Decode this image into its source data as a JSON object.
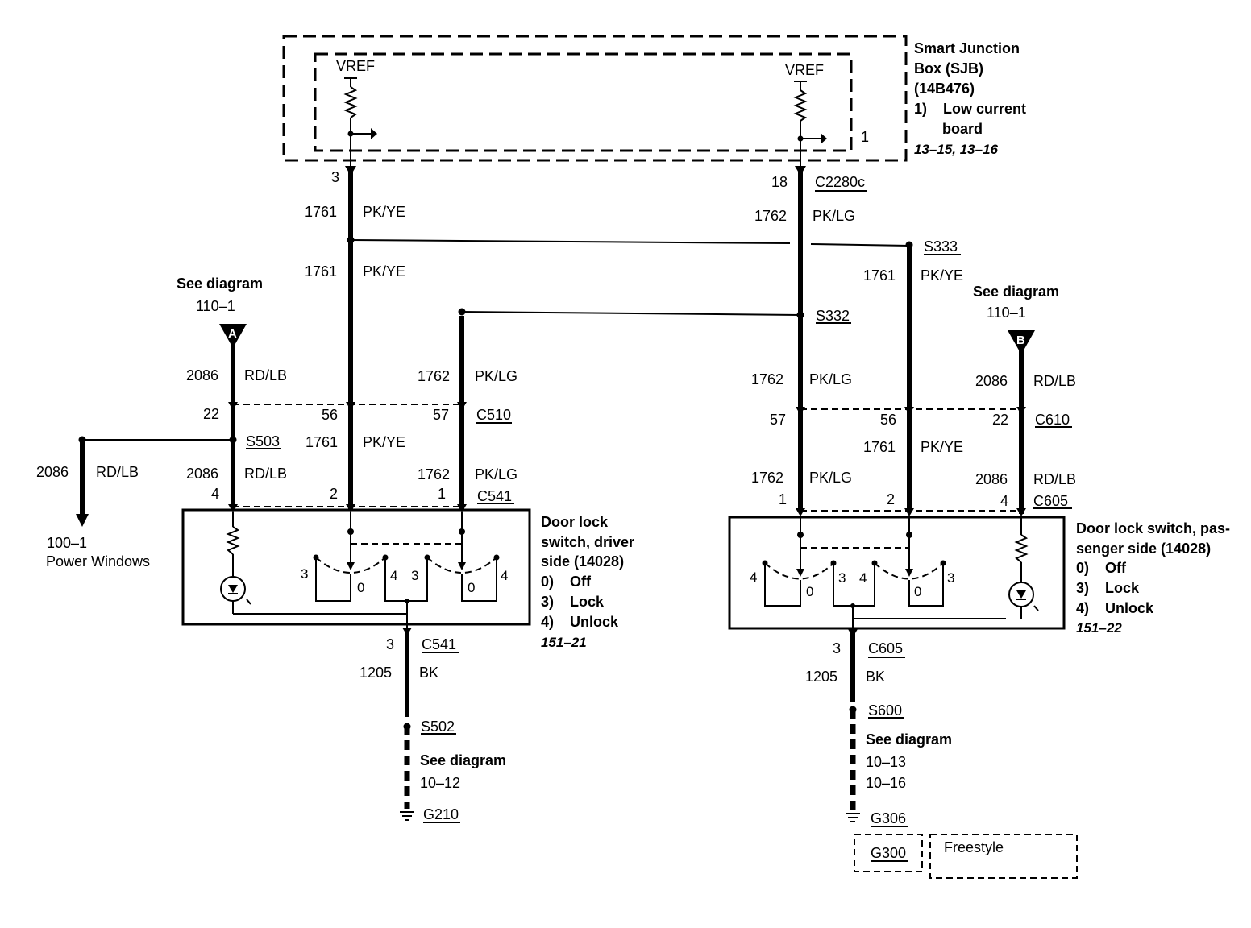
{
  "sjb": {
    "vref_left": "VREF",
    "vref_right": "VREF",
    "pin_1": "1",
    "label_lines": [
      "Smart Junction",
      "Box (SJB)",
      "(14B476)",
      "1)    Low current",
      "       board"
    ],
    "page_ref": "13–15, 13–16"
  },
  "left_column": {
    "sjb_pin": "3",
    "circuit_1761": "1761",
    "color_pkye": "PK/YE",
    "circuit_1761_b": "1761",
    "color_pkye_b": "PK/YE"
  },
  "right_column": {
    "sjb_pin": "18",
    "connector": "C2280c",
    "circuit_1762": "1762",
    "color_pklg": "PK/LG"
  },
  "splices": {
    "s333": "S333",
    "s332": "S332",
    "s503": "S503",
    "s502": "S502",
    "s600": "S600"
  },
  "s333_branch": {
    "circuit": "1761",
    "color": "PK/YE"
  },
  "see_diagram_a": {
    "text": "See diagram",
    "ref": "110–1",
    "letter": "A"
  },
  "see_diagram_b": {
    "text": "See diagram",
    "ref": "110–1",
    "letter": "B"
  },
  "driver_harness": {
    "a_circuit": "2086",
    "a_color": "RD/LB",
    "mid_circuit": "1762",
    "mid_color": "PK/LG",
    "pin22": "22",
    "pin56": "56",
    "pin57": "57",
    "conn_c510": "C510",
    "pk_circuit": "1761",
    "pk_color": "PK/YE",
    "lower_2086": "2086",
    "lower_rdlb": "RD/LB",
    "lower_1762": "1762",
    "lower_pklg": "PK/LG",
    "pin4": "4",
    "pin2": "2",
    "pin1": "1",
    "conn_c541": "C541"
  },
  "power_windows": {
    "circuit": "2086",
    "color": "RD/LB",
    "ref": "100–1",
    "name": "Power Windows"
  },
  "driver_switch": {
    "title_lines": [
      "Door lock",
      "switch, driver",
      "side (14028)"
    ],
    "modes": [
      "0)    Off",
      "3)    Lock",
      "4)    Unlock"
    ],
    "page_ref": "151–21",
    "pos_3a": "3",
    "pos_0a": "0",
    "pos_4a": "4",
    "pos_3b": "3",
    "pos_0b": "0",
    "pos_4b": "4"
  },
  "driver_ground": {
    "pin": "3",
    "conn": "C541",
    "circuit": "1205",
    "color": "BK",
    "see": "See diagram",
    "ref": "10–12",
    "ground": "G210"
  },
  "pass_harness": {
    "mid_circuit": "1762",
    "mid_color": "PK/LG",
    "b_circuit": "2086",
    "b_color": "RD/LB",
    "pin57": "57",
    "pin56": "56",
    "pin22": "22",
    "conn_c610": "C610",
    "pk_circuit": "1761",
    "pk_color": "PK/YE",
    "lower_1762": "1762",
    "lower_pklg": "PK/LG",
    "lower_2086": "2086",
    "lower_rdlb": "RD/LB",
    "pin1": "1",
    "pin2": "2",
    "pin4": "4",
    "conn_c605": "C605"
  },
  "pass_switch": {
    "title_lines": [
      "Door lock switch, pas-",
      "senger side (14028)"
    ],
    "modes": [
      "0)    Off",
      "3)    Lock",
      "4)    Unlock"
    ],
    "page_ref": "151–22",
    "pos_4a": "4",
    "pos_0a": "0",
    "pos_3a": "3",
    "pos_4b": "4",
    "pos_0b": "0",
    "pos_3b": "3"
  },
  "pass_ground": {
    "pin": "3",
    "conn": "C605",
    "circuit": "1205",
    "color": "BK",
    "see": "See diagram",
    "ref_1": "10–13",
    "ref_2": "10–16",
    "ground": "G306",
    "alt_ground": "G300",
    "variant": "Freestyle"
  }
}
